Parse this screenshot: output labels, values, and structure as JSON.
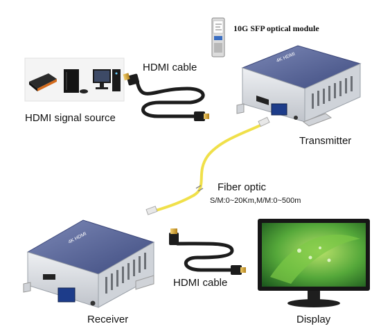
{
  "labels": {
    "sfp_module": "10G SFP optical module",
    "hdmi_cable_top": "HDMI cable",
    "signal_source": "HDMI signal source",
    "transmitter": "Transmitter",
    "fiber_optic": "Fiber optic",
    "fiber_spec": "S/M:0~20Km,M/M:0~500m",
    "receiver": "Receiver",
    "hdmi_cable_bottom": "HDMI cable",
    "display": "Display"
  },
  "device_badge": "4K HDMI",
  "colors": {
    "device_top": "#5c6a9c",
    "device_body": "#d8dbe0",
    "fiber": "#f0e04a",
    "cable": "#1c1c1c",
    "connector_gold": "#d8a62a",
    "screen_green": "#4fa83a"
  }
}
